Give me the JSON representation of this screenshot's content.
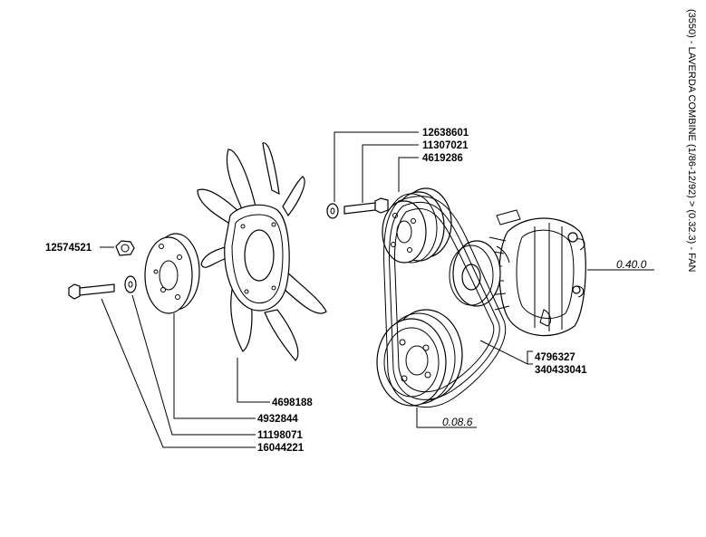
{
  "title": "(3550) - LAVERDA COMBINE (1/86-12/92) > (0.32.3) - FAN",
  "part_numbers": {
    "nut": "12574521",
    "bolt_top": "12638601",
    "washer_top": "11307021",
    "water_pump_pulley": "4619286",
    "fan": "4698188",
    "hub": "4932844",
    "washer_front": "11198071",
    "bolt_front": "16044221",
    "belt": "4796327",
    "belt_alt": "340433041"
  },
  "references": {
    "alternator": "0.40.0",
    "crank_pulley": "0.08.6"
  }
}
